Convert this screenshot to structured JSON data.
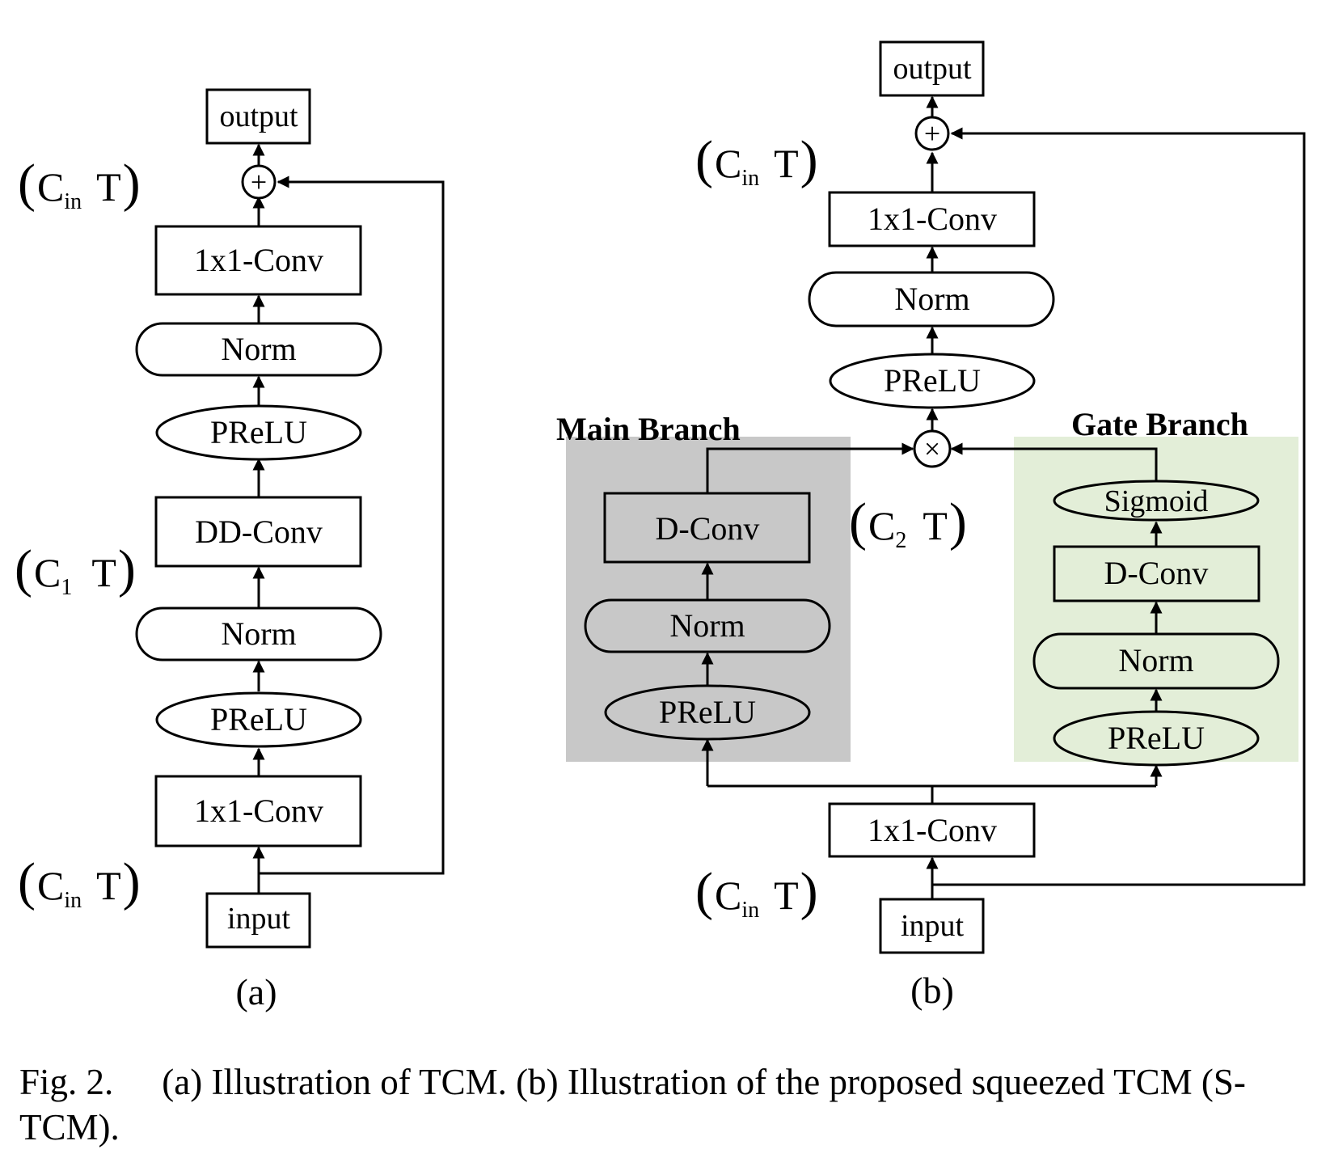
{
  "figure": {
    "labels": {
      "output": "output",
      "input": "input",
      "conv1x1": "1x1-Conv",
      "norm": "Norm",
      "prelu": "PReLU",
      "dd_conv": "DD-Conv",
      "d_conv": "D-Conv",
      "sigmoid": "Sigmoid",
      "plus": "+",
      "times": "×"
    },
    "dims": {
      "cin": {
        "c": "C",
        "sub": "in",
        "t": "T"
      },
      "c1": {
        "c": "C",
        "sub": "1",
        "t": "T"
      },
      "c2": {
        "c": "C",
        "sub": "2",
        "t": "T"
      }
    },
    "main_branch": "Main Branch",
    "gate_branch": "Gate Branch",
    "sub_a": "(a)",
    "sub_b": "(b)",
    "colors": {
      "main_bg": "#c8c8c8",
      "gate_bg": "#e3eed8"
    }
  },
  "caption": {
    "label": "Fig. 2.",
    "text": "(a) Illustration of TCM. (b) Illustration of the proposed squeezed TCM (S-TCM)."
  }
}
